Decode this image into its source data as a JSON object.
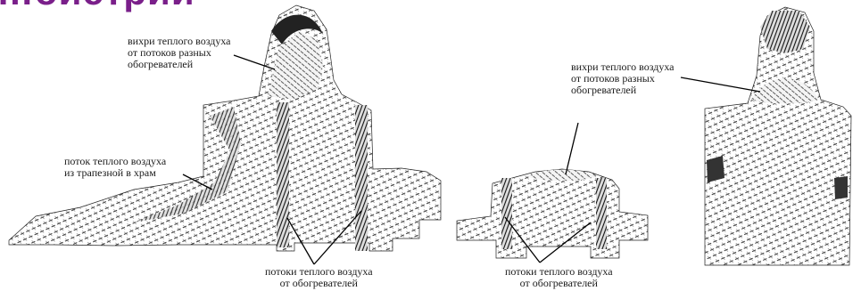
{
  "title": "…оистрии",
  "title_color": "#7a1f8a",
  "labels": {
    "vortices_left": [
      "вихри теплого воздуха",
      "от потоков разных",
      "обогревателей"
    ],
    "refectory_flow": [
      "поток теплого воздуха",
      "из трапезной в храм"
    ],
    "heater_flows_left": [
      "потоки теплого воздуха",
      "от обогревателей"
    ],
    "heater_flows_middle": [
      "потоки теплого воздуха",
      "от обогревателей"
    ],
    "vortices_right": [
      "вихри теплого воздуха",
      "от потоков разных",
      "обогревателей"
    ]
  }
}
